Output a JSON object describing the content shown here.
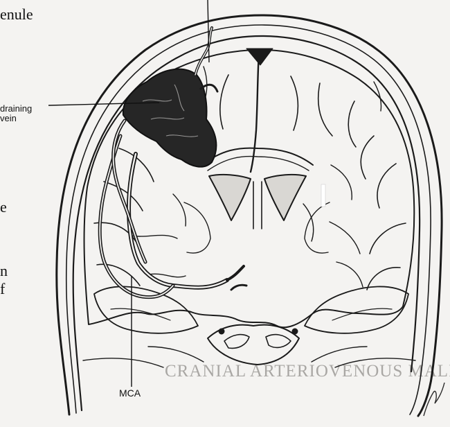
{
  "labels": {
    "venule": "enule",
    "draining_vein_line1": "draining",
    "draining_vein_line2": "vein",
    "mca": "MCA",
    "left_fragment_1": "e",
    "left_fragment_2": "n",
    "left_fragment_3": "f"
  },
  "bleed_through": {
    "heading": "CRANIAL ARTERIOVENOUS MALFORMATI"
  },
  "colors": {
    "ink": "#111111",
    "nidus": "#262626",
    "paper": "#f4f3f1",
    "bone": "#e4e2de"
  }
}
